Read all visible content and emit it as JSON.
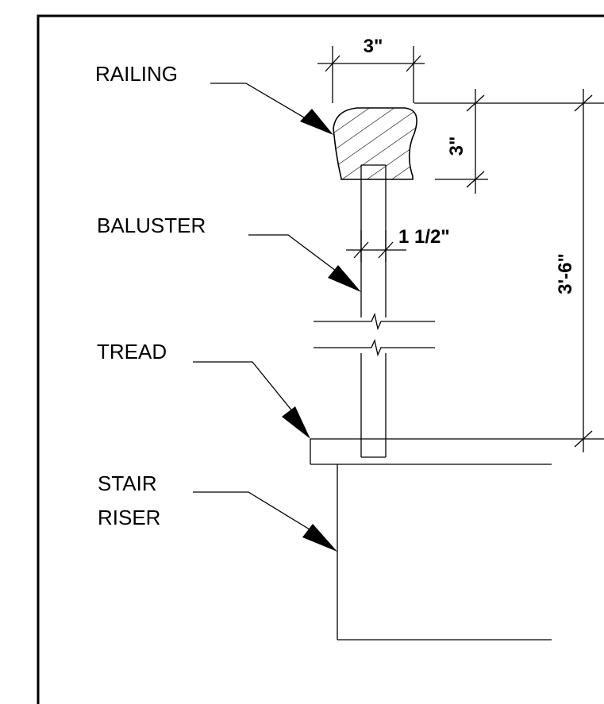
{
  "labels": {
    "railing": "RAILING",
    "baluster": "BALUSTER",
    "tread": "TREAD",
    "stair_riser_line1": "STAIR",
    "stair_riser_line2": "RISER"
  },
  "dimensions": {
    "railing_width": "3\"",
    "railing_height": "3\"",
    "baluster_width": "1 1/2\"",
    "overall_height": "3'-6\""
  }
}
